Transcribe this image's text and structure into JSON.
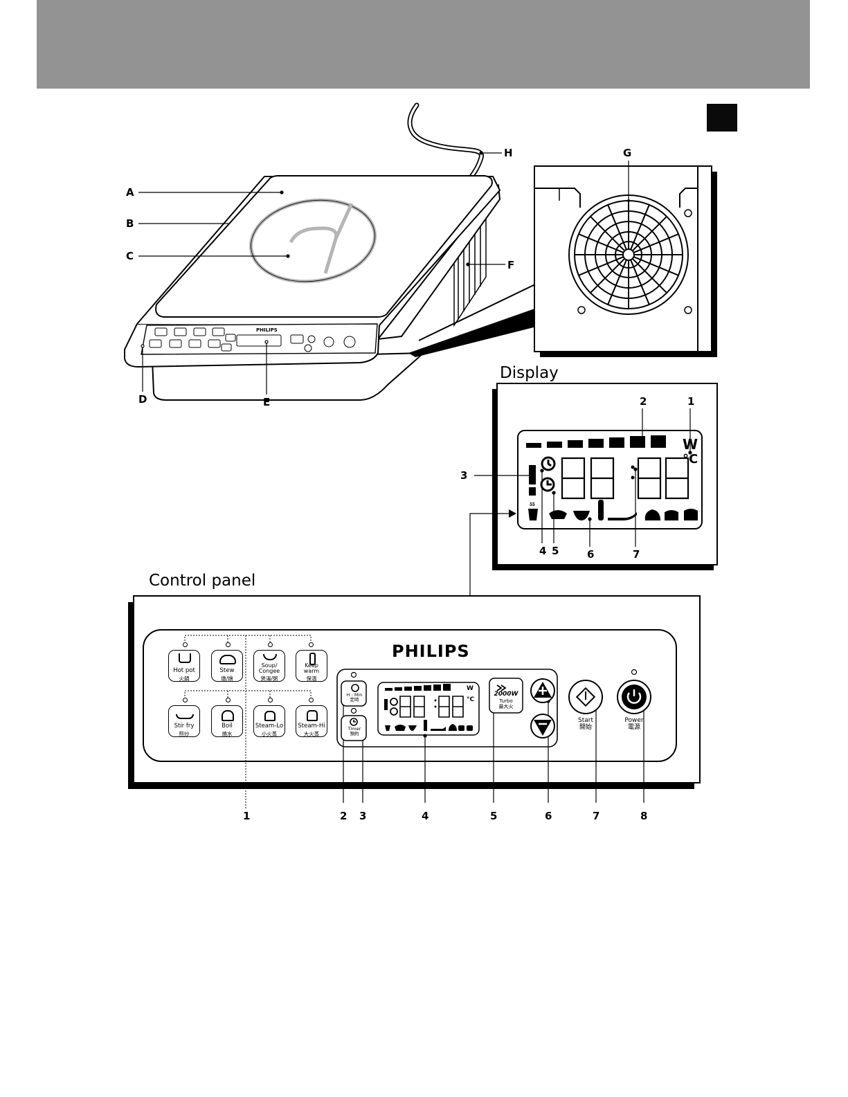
{
  "device_labels": {
    "A": "A",
    "B": "B",
    "C": "C",
    "D": "D",
    "E": "E",
    "F": "F",
    "G": "G",
    "H": "H"
  },
  "brand": "PHILIPS",
  "display_section": {
    "title": "Display",
    "callouts": [
      "1",
      "2",
      "3",
      "4",
      "5",
      "6",
      "7"
    ],
    "unit_w": "W",
    "unit_c": "°C"
  },
  "control_section": {
    "title": "Control panel",
    "buttons": [
      {
        "label": "Hot pot",
        "sub": "火鍋"
      },
      {
        "label": "Stew",
        "sub": "燉/燴"
      },
      {
        "label": "Soup/ Congee",
        "sub": "煲湯/粥"
      },
      {
        "label": "Keep warm",
        "sub": "保溫"
      },
      {
        "label": "Stir fry",
        "sub": "煎炒"
      },
      {
        "label": "Boil",
        "sub": "燒水"
      },
      {
        "label": "Steam-Lo",
        "sub": "小火蒸"
      },
      {
        "label": "Steam-Hi",
        "sub": "大火蒸"
      }
    ],
    "hmin_label": "H : Min",
    "hmin_sub": "定時",
    "timer_label": "Timer",
    "timer_sub": "預約",
    "turbo_power": "2000W",
    "turbo_label": "Turbo",
    "turbo_sub": "最大火",
    "start_label": "Start",
    "start_sub": "開始",
    "power_label": "Power",
    "power_sub": "電源",
    "callouts": [
      "1",
      "2",
      "3",
      "4",
      "5",
      "6",
      "7",
      "8"
    ]
  },
  "colors": {
    "header_band": "#939393",
    "ink": "#000000",
    "cooktop_ring": "#b5b5b5"
  }
}
